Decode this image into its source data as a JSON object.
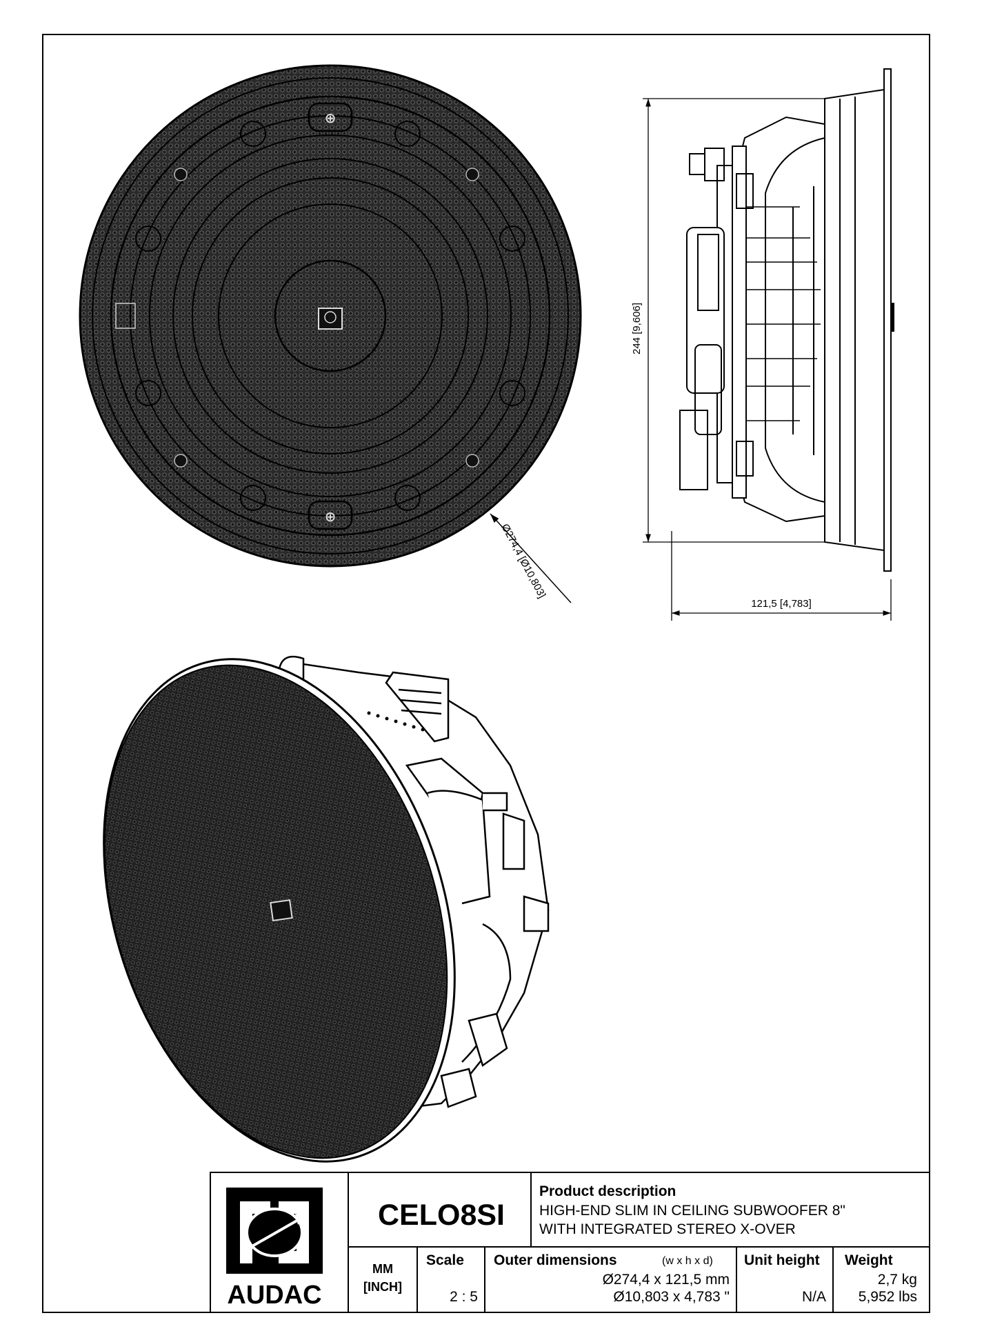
{
  "drawing": {
    "dimensions": {
      "height": "244 [9,606]",
      "depth": "121,5 [4,783]",
      "diameter": "Ø274,4 [Ø10,803]"
    }
  },
  "title_block": {
    "brand": "AUDAC",
    "model": "CELO8SI",
    "product_description_label": "Product description",
    "product_description_lines": [
      "HIGH-END SLIM IN CEILING SUBWOOFER 8\"",
      "WITH INTEGRATED STEREO X-OVER"
    ],
    "units_line1": "MM",
    "units_line2": "[INCH]",
    "scale_label": "Scale",
    "scale_value": "2 : 5",
    "outer_dimensions_label": "Outer dimensions",
    "outer_dimensions_format": "(w x h x d)",
    "outer_dimensions_mm": "Ø274,4 x 121,5 mm",
    "outer_dimensions_inch": "Ø10,803 x 4,783 \"",
    "unit_height_label": "Unit height",
    "unit_height_value": "N/A",
    "weight_label": "Weight",
    "weight_kg": "2,7 kg",
    "weight_lbs": "5,952 lbs"
  }
}
